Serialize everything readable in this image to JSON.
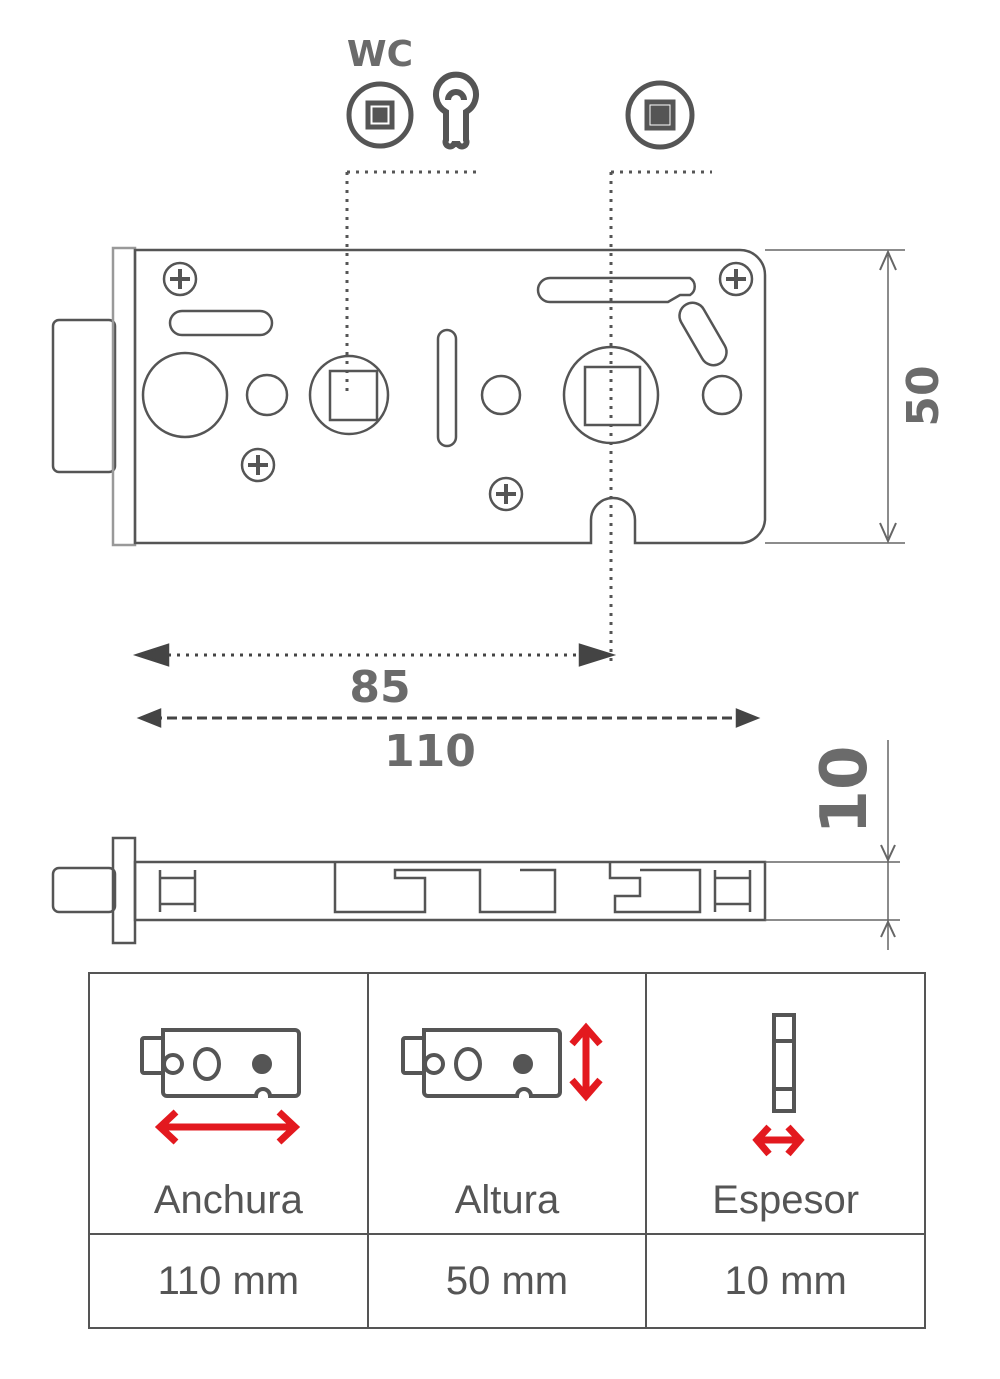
{
  "drawing": {
    "wc_label": "WC",
    "dim_width_to_center": "85",
    "dim_width": "110",
    "dim_height": "50",
    "dim_thickness": "10"
  },
  "specs": {
    "headers": [
      "Anchura",
      "Altura",
      "Espesor"
    ],
    "values": [
      "110 mm",
      "50 mm",
      "10 mm"
    ]
  },
  "colors": {
    "line": "#555555",
    "accent": "#e3191f",
    "text": "#6b6b6b"
  }
}
